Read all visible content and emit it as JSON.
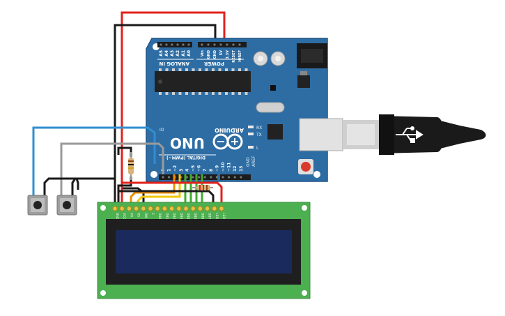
{
  "board": {
    "model_text": "UNO",
    "brand_text": "ARDUINO",
    "analog_header_label": "ANALOG IN",
    "power_header_label": "POWER",
    "digital_header_label": "DIGITAL (PWM~)",
    "aref_label": "AREF",
    "gnd_label": "GND",
    "ioref_label": "IOREF",
    "reset_label": "RESET",
    "v33_label": "3.3V",
    "v5_label": "5V",
    "vin_label": "Vin",
    "analog_pins": [
      "A5",
      "A4",
      "A3",
      "A2",
      "A1",
      "A0"
    ],
    "power_pins": [
      "Vin",
      "GND",
      "GND",
      "5V",
      "3.3V",
      "RESET",
      "IOREF"
    ],
    "digital_pins": [
      "0",
      "1",
      "~2",
      "3",
      "4",
      "~5",
      "~6",
      "7",
      "8",
      "~9",
      "~10",
      "~11",
      "12",
      "13"
    ],
    "rx_label": "RX",
    "tx_label": "TX",
    "l_label": "L",
    "ioref_small": "IO",
    "colors": {
      "pcb": "#2e6da4",
      "header": "#1c1c1c",
      "chip": "#222222"
    }
  },
  "lcd": {
    "pin_labels": [
      "GND",
      "VCC",
      "V0",
      "RS",
      "RW",
      "E",
      "DB0",
      "DB1",
      "DB2",
      "DB3",
      "DB4",
      "DB5",
      "DB6",
      "DB7",
      "LED",
      "LED"
    ],
    "colors": {
      "pcb": "#4caf50",
      "bezel": "#1f1f1f",
      "screen": "#1a2a5c"
    }
  },
  "wire_colors": {
    "red": "#e0221c",
    "black": "#1a1a1a",
    "blue": "#2f8fd0",
    "grey": "#9a9a9a",
    "orange": "#f08c00",
    "yellow": "#f2c800",
    "green": "#3fae2a"
  },
  "usb_cable_color": "#1a1a1a"
}
